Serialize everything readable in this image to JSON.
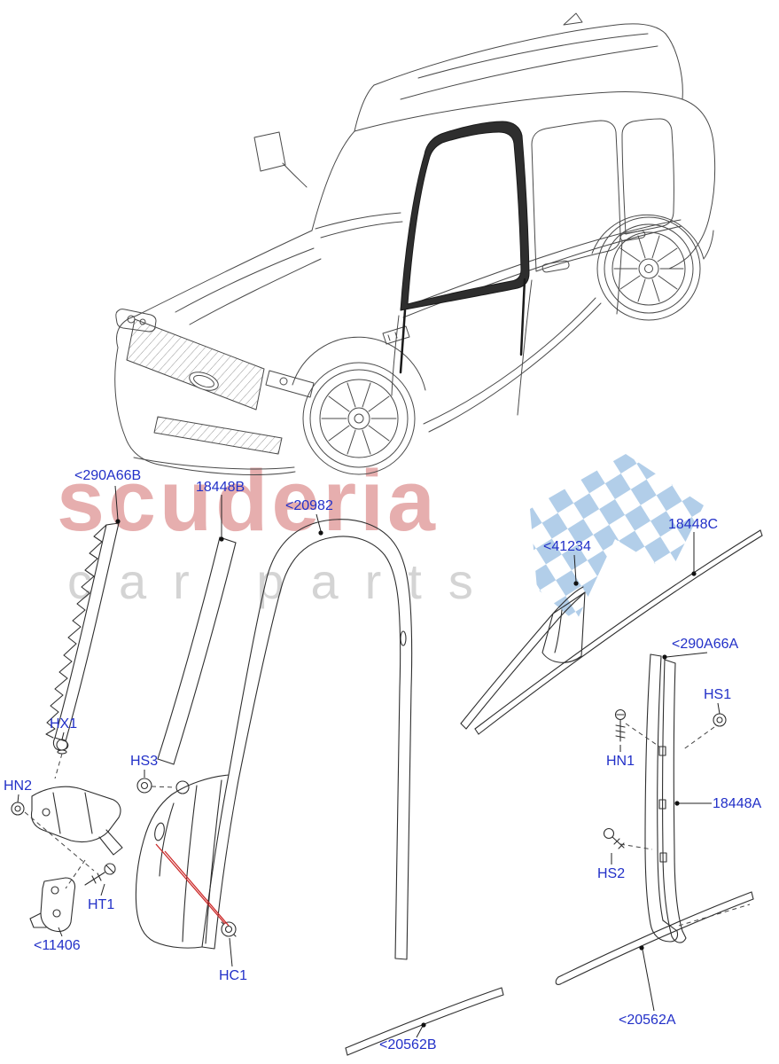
{
  "watermark": {
    "brand": "scuderia",
    "tagline": "car parts",
    "brand_color": "#cf5f5f",
    "tagline_color": "#b9b9b9",
    "flag_color": "#a9c9e6"
  },
  "ui": {
    "label_color": "#2230c8",
    "red_line_color": "#cc2a2a",
    "line_color": "#2f2f2f"
  },
  "labels": [
    {
      "id": "290A66B",
      "text": "<290A66B"
    },
    {
      "id": "18448B",
      "text": "18448B"
    },
    {
      "id": "20982",
      "text": "<20982"
    },
    {
      "id": "41234",
      "text": "<41234"
    },
    {
      "id": "18448C",
      "text": "18448C"
    },
    {
      "id": "290A66A",
      "text": "<290A66A"
    },
    {
      "id": "HX1",
      "text": "HX1"
    },
    {
      "id": "HS3",
      "text": "HS3"
    },
    {
      "id": "HS1",
      "text": "HS1"
    },
    {
      "id": "HN2",
      "text": "HN2"
    },
    {
      "id": "HN1",
      "text": "HN1"
    },
    {
      "id": "18448A",
      "text": "18448A"
    },
    {
      "id": "HT1",
      "text": "HT1"
    },
    {
      "id": "HS2",
      "text": "HS2"
    },
    {
      "id": "11406",
      "text": "<11406"
    },
    {
      "id": "HC1",
      "text": "HC1"
    },
    {
      "id": "20562B",
      "text": "<20562B"
    },
    {
      "id": "20562A",
      "text": "<20562A"
    }
  ]
}
